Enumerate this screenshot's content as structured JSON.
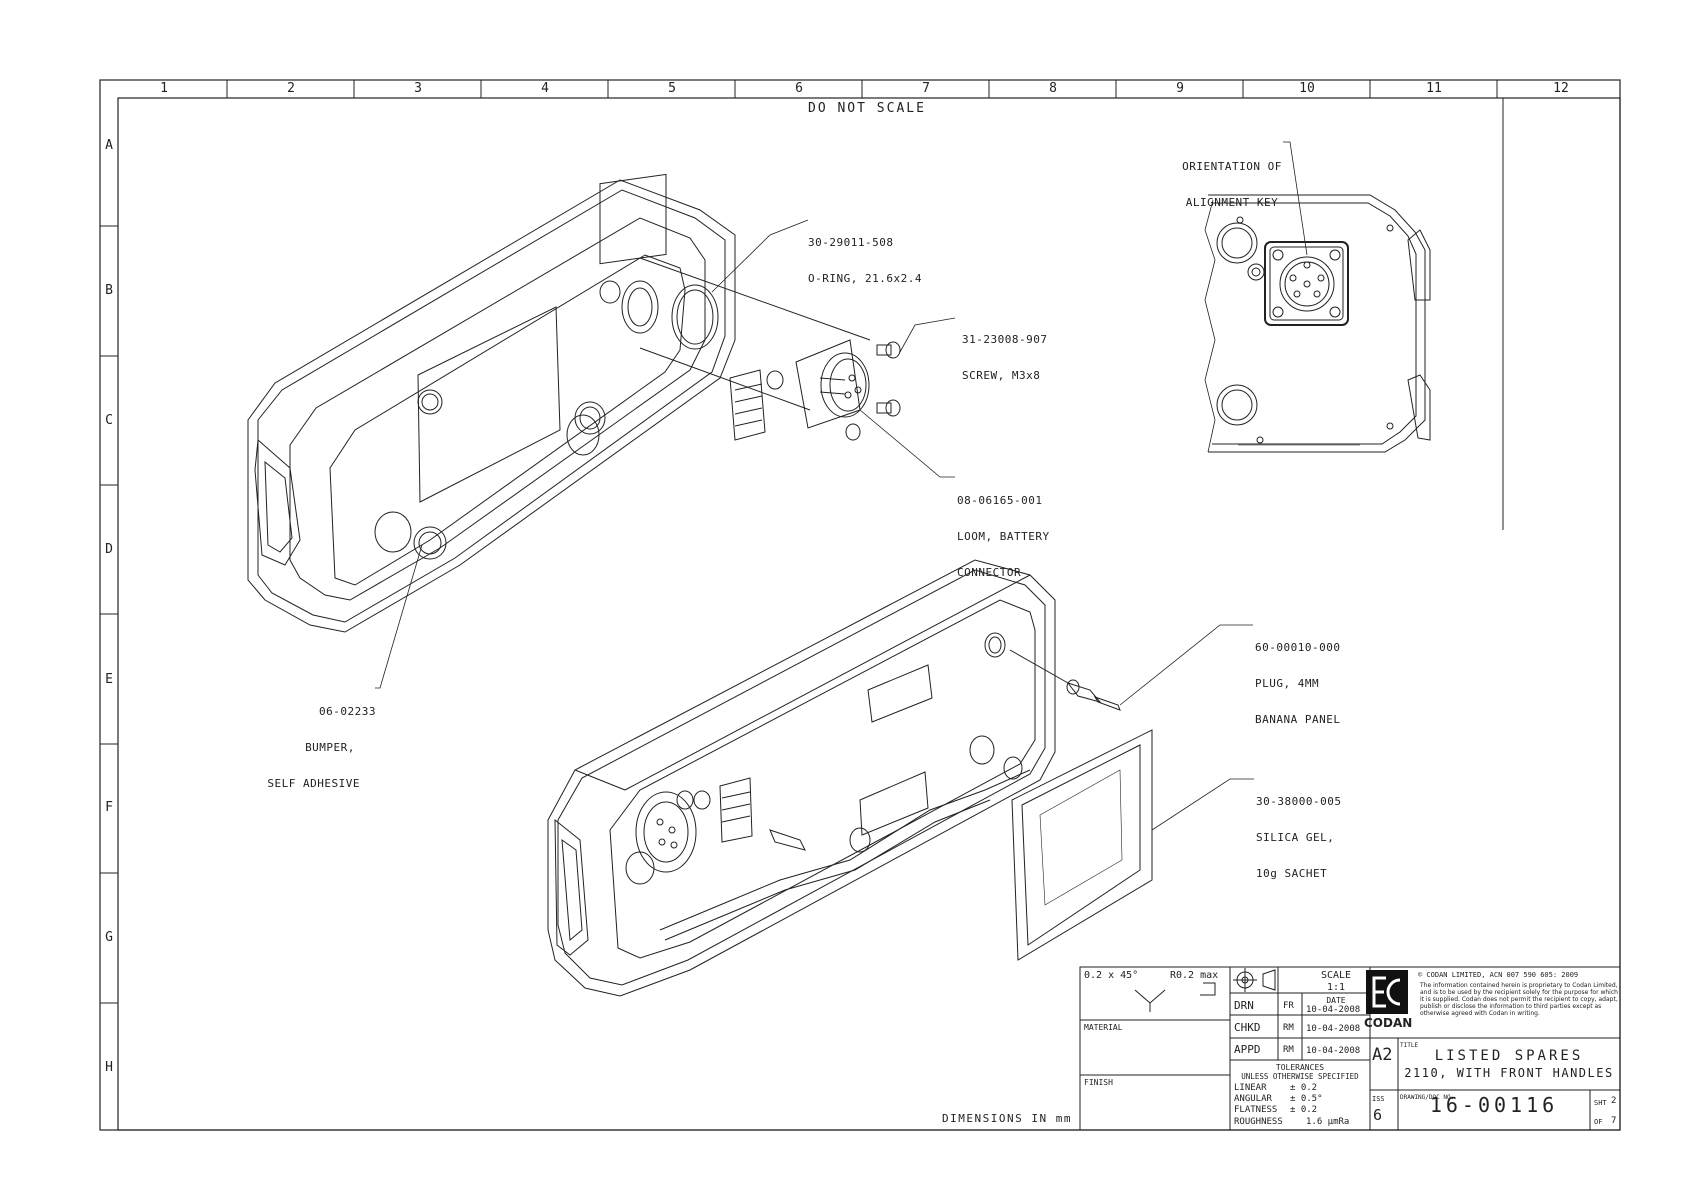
{
  "header": {
    "do_not_scale": "DO NOT SCALE",
    "dimensions_note": "DIMENSIONS IN mm"
  },
  "zones": {
    "columns": [
      "1",
      "2",
      "3",
      "4",
      "5",
      "6",
      "7",
      "8",
      "9",
      "10",
      "11",
      "12"
    ],
    "rows": [
      "A",
      "B",
      "C",
      "D",
      "E",
      "F",
      "G",
      "H"
    ]
  },
  "callouts": {
    "oring": {
      "part": "30-29011-508",
      "desc": "O-RING, 21.6x2.4"
    },
    "screw": {
      "part": "31-23008-907",
      "desc": "SCREW, M3x8"
    },
    "loom": {
      "part": "08-06165-001",
      "desc1": "LOOM, BATTERY",
      "desc2": "CONNECTOR"
    },
    "bumper": {
      "part": "06-02233",
      "desc1": "BUMPER,",
      "desc2": "SELF ADHESIVE"
    },
    "plug": {
      "part": "60-00010-000",
      "desc1": "PLUG, 4MM",
      "desc2": "BANANA PANEL"
    },
    "silica": {
      "part": "30-38000-005",
      "desc1": "SILICA GEL,",
      "desc2": "10g SACHET"
    },
    "orientation": {
      "line1": "ORIENTATION OF",
      "line2": "ALIGNMENT KEY"
    }
  },
  "title_block": {
    "chamfer": "0.2 x 45°",
    "radius": "R0.2 max",
    "scale_label": "SCALE",
    "scale_value": "1:1",
    "date_label": "DATE",
    "material_label": "MATERIAL",
    "finish_label": "FINISH",
    "approvals": [
      {
        "role": "DRN",
        "initials": "FR",
        "date": "10-04-2008"
      },
      {
        "role": "CHKD",
        "initials": "RM",
        "date": "10-04-2008"
      },
      {
        "role": "APPD",
        "initials": "RM",
        "date": "10-04-2008"
      }
    ],
    "tolerances_title1": "TOLERANCES",
    "tolerances_title2": "UNLESS OTHERWISE SPECIFIED",
    "tolerances": [
      {
        "name": "LINEAR",
        "value": "± 0.2"
      },
      {
        "name": "ANGULAR",
        "value": "± 0.5°"
      },
      {
        "name": "FLATNESS",
        "value": "± 0.2"
      },
      {
        "name": "ROUGHNESS",
        "value": "1.6 µmRa"
      }
    ],
    "company": "CODAN",
    "copyright": "© CODAN LIMITED, ACN 007 590 605: 2009",
    "notice": "The information contained herein is proprietary to Codan Limited, and is to be used by the recipient solely for the purpose for which it is supplied. Codan does not permit the recipient to copy, adapt, publish or disclose the information to third parties except as otherwise agreed with Codan in writing.",
    "size": "A2",
    "title_label": "TITLE",
    "title_line1": "LISTED SPARES",
    "title_line2": "2110, WITH FRONT HANDLES",
    "iss_label": "ISS",
    "issue": "6",
    "doc_label": "DRAWING/DOC NO.",
    "doc_number": "16-00116",
    "sheet_label": "SHT",
    "sheet": "2",
    "of_label": "OF",
    "of_total": "7"
  }
}
